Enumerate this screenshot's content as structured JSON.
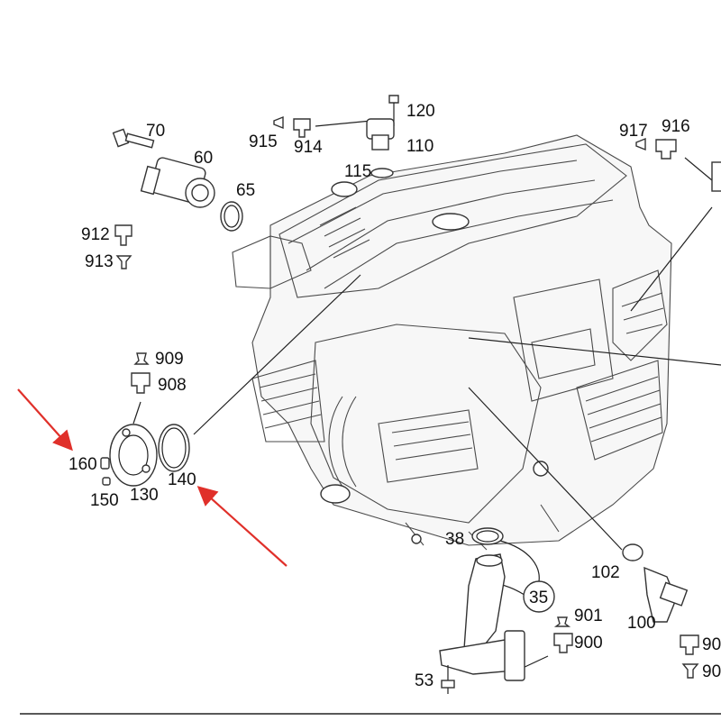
{
  "diagram": {
    "callouts": {
      "c70": "70",
      "c60": "60",
      "c65": "65",
      "c912": "912",
      "c913": "913",
      "c120": "120",
      "c915": "915",
      "c914": "914",
      "c110": "110",
      "c115": "115",
      "c917": "917",
      "c916": "916",
      "c909": "909",
      "c908": "908",
      "c160": "160",
      "c150": "150",
      "c130": "130",
      "c140": "140",
      "c38": "38",
      "c35": "35",
      "c102": "102",
      "c901": "901",
      "c900": "900",
      "c100": "100",
      "c53": "53",
      "c90a": "90",
      "c90b": "90"
    },
    "annotation_color": "#e0302a"
  }
}
